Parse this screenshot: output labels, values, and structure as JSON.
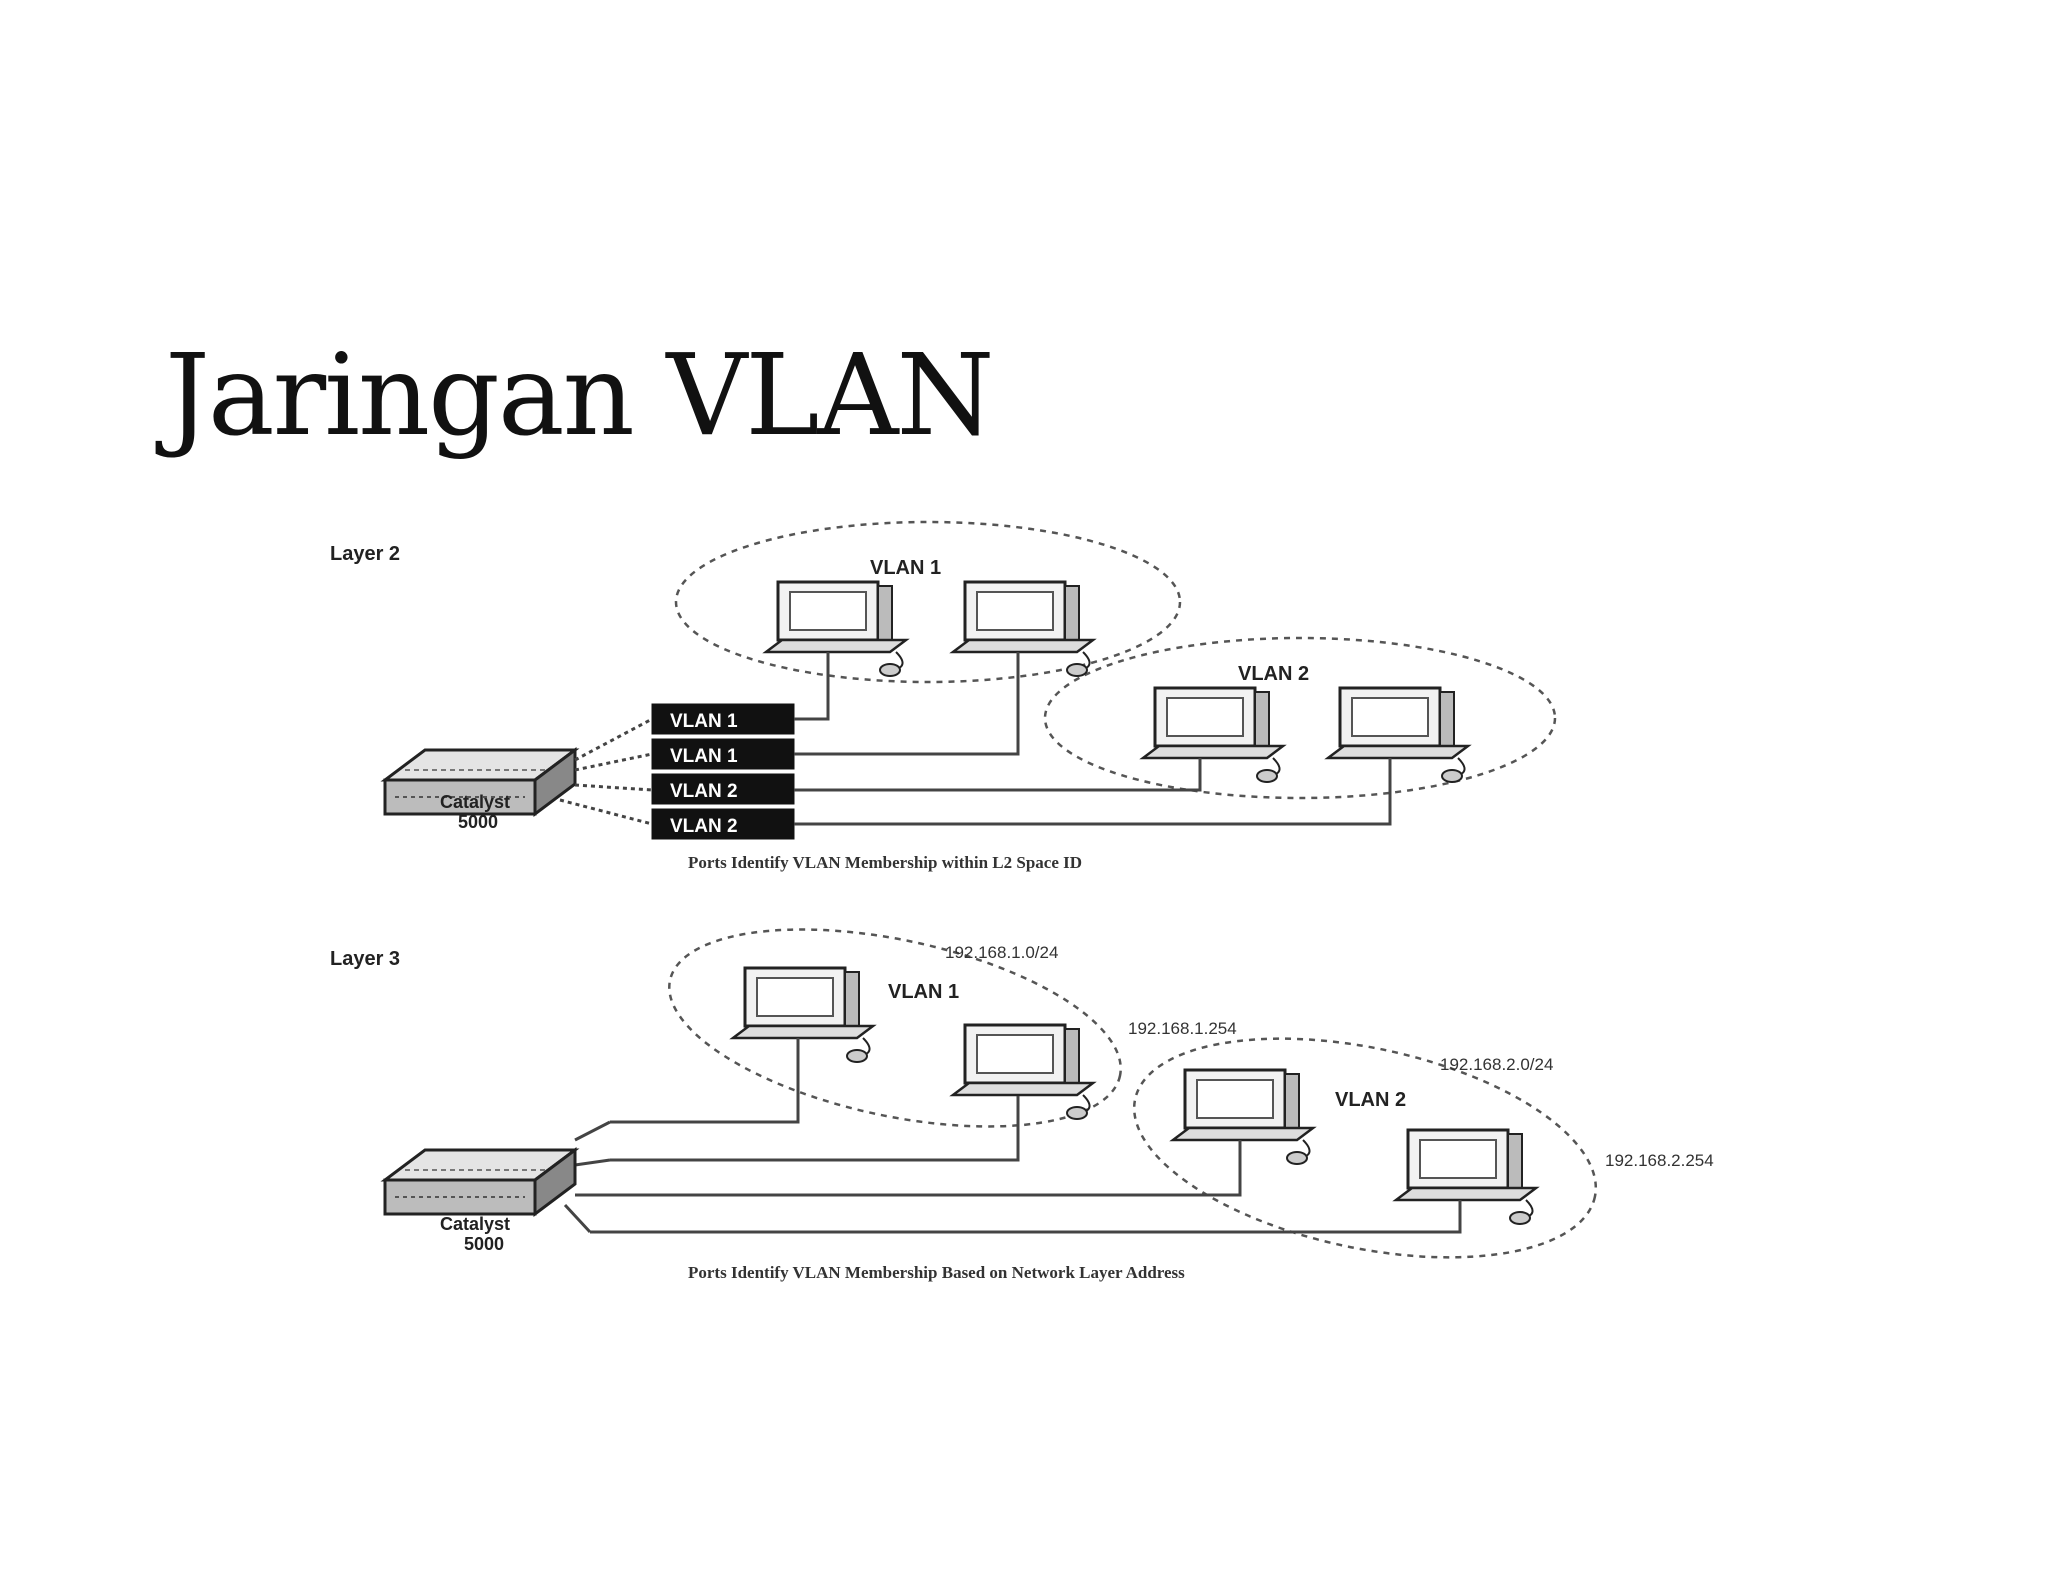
{
  "title": "Jaringan VLAN",
  "diagram": {
    "layer2": {
      "label": "Layer 2",
      "vlan_groups": [
        "VLAN 1",
        "VLAN 2"
      ],
      "port_labels": [
        "VLAN 1",
        "VLAN 1",
        "VLAN 2",
        "VLAN 2"
      ],
      "switch_label": [
        "Catalyst",
        "5000"
      ],
      "caption": "Ports Identify VLAN Membership within L2 Space ID"
    },
    "layer3": {
      "label": "Layer 3",
      "vlan_groups": [
        "VLAN 1",
        "VLAN 2"
      ],
      "addresses": [
        "192.168.1.0/24",
        "192.168.1.254",
        "192.168.2.0/24",
        "192.168.2.254"
      ],
      "switch_label": [
        "Catalyst",
        "5000"
      ],
      "caption": "Ports Identify VLAN Membership Based on Network Layer Address"
    }
  }
}
